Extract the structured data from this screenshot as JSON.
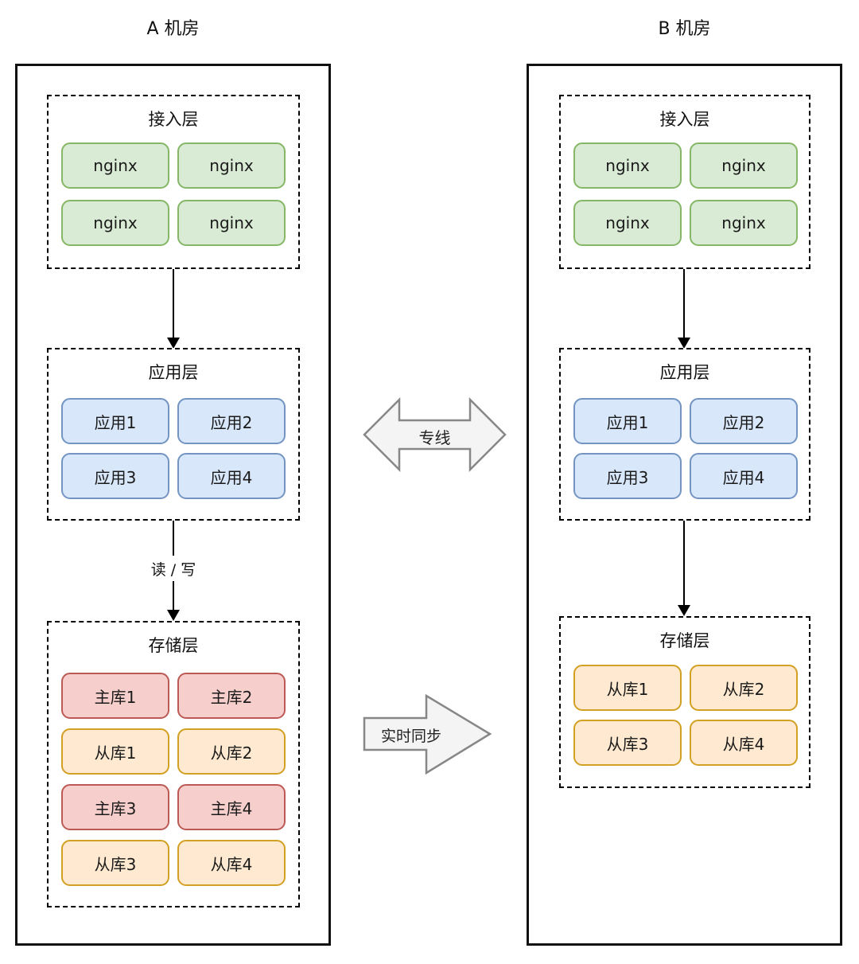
{
  "datacenter_a": {
    "title": "A 机房",
    "access_layer": {
      "label": "接入层",
      "nodes": [
        "nginx",
        "nginx",
        "nginx",
        "nginx"
      ]
    },
    "app_layer": {
      "label": "应用层",
      "nodes": [
        "应用1",
        "应用2",
        "应用3",
        "应用4"
      ]
    },
    "read_write_label": "读 / 写",
    "storage_layer": {
      "label": "存储层",
      "nodes": [
        {
          "text": "主库1",
          "kind": "master"
        },
        {
          "text": "主库2",
          "kind": "master"
        },
        {
          "text": "从库1",
          "kind": "slave"
        },
        {
          "text": "从库2",
          "kind": "slave"
        },
        {
          "text": "主库3",
          "kind": "master"
        },
        {
          "text": "主库4",
          "kind": "master"
        },
        {
          "text": "从库3",
          "kind": "slave"
        },
        {
          "text": "从库4",
          "kind": "slave"
        }
      ]
    }
  },
  "datacenter_b": {
    "title": "B 机房",
    "access_layer": {
      "label": "接入层",
      "nodes": [
        "nginx",
        "nginx",
        "nginx",
        "nginx"
      ]
    },
    "app_layer": {
      "label": "应用层",
      "nodes": [
        "应用1",
        "应用2",
        "应用3",
        "应用4"
      ]
    },
    "storage_layer": {
      "label": "存储层",
      "nodes": [
        {
          "text": "从库1",
          "kind": "slave"
        },
        {
          "text": "从库2",
          "kind": "slave"
        },
        {
          "text": "从库3",
          "kind": "slave"
        },
        {
          "text": "从库4",
          "kind": "slave"
        }
      ]
    }
  },
  "connections": {
    "dedicated_line_label": "专线",
    "realtime_sync_label": "实时同步"
  },
  "colors": {
    "nginx_fill": "#d9ead5",
    "nginx_stroke": "#85b767",
    "app_fill": "#d8e7fa",
    "app_stroke": "#7495c2",
    "master_fill": "#f6cfcc",
    "master_stroke": "#bb5a55",
    "slave_fill": "#ffe9d0",
    "slave_stroke": "#d2a023",
    "arrow_fill": "#f4f4f4",
    "arrow_stroke": "#878787"
  }
}
